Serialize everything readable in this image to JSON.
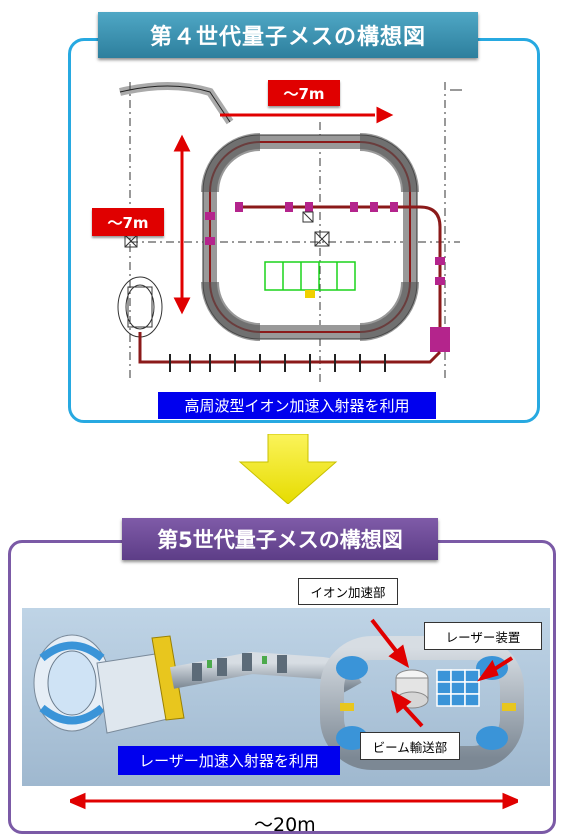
{
  "gen4": {
    "title": "第４世代量子メスの構想図",
    "caption": "高周波型イオン加速入射器を利用",
    "dim_horizontal": "～7m",
    "dim_vertical": "～7m"
  },
  "arrow": {
    "color": "#f4ee00"
  },
  "gen5": {
    "title": "第5世代量子メスの構想図",
    "caption": "レーザー加速入射器を利用",
    "labels": {
      "ion_accel": "イオン加速部",
      "laser": "レーザー装置",
      "beam_transport": "ビーム輸送部"
    },
    "scale": "～20m"
  },
  "colors": {
    "gen4_frame": "#27a9e1",
    "gen5_frame": "#7b5aa6",
    "caption_bg": "#0000ee",
    "dimension_red": "#e00000"
  }
}
